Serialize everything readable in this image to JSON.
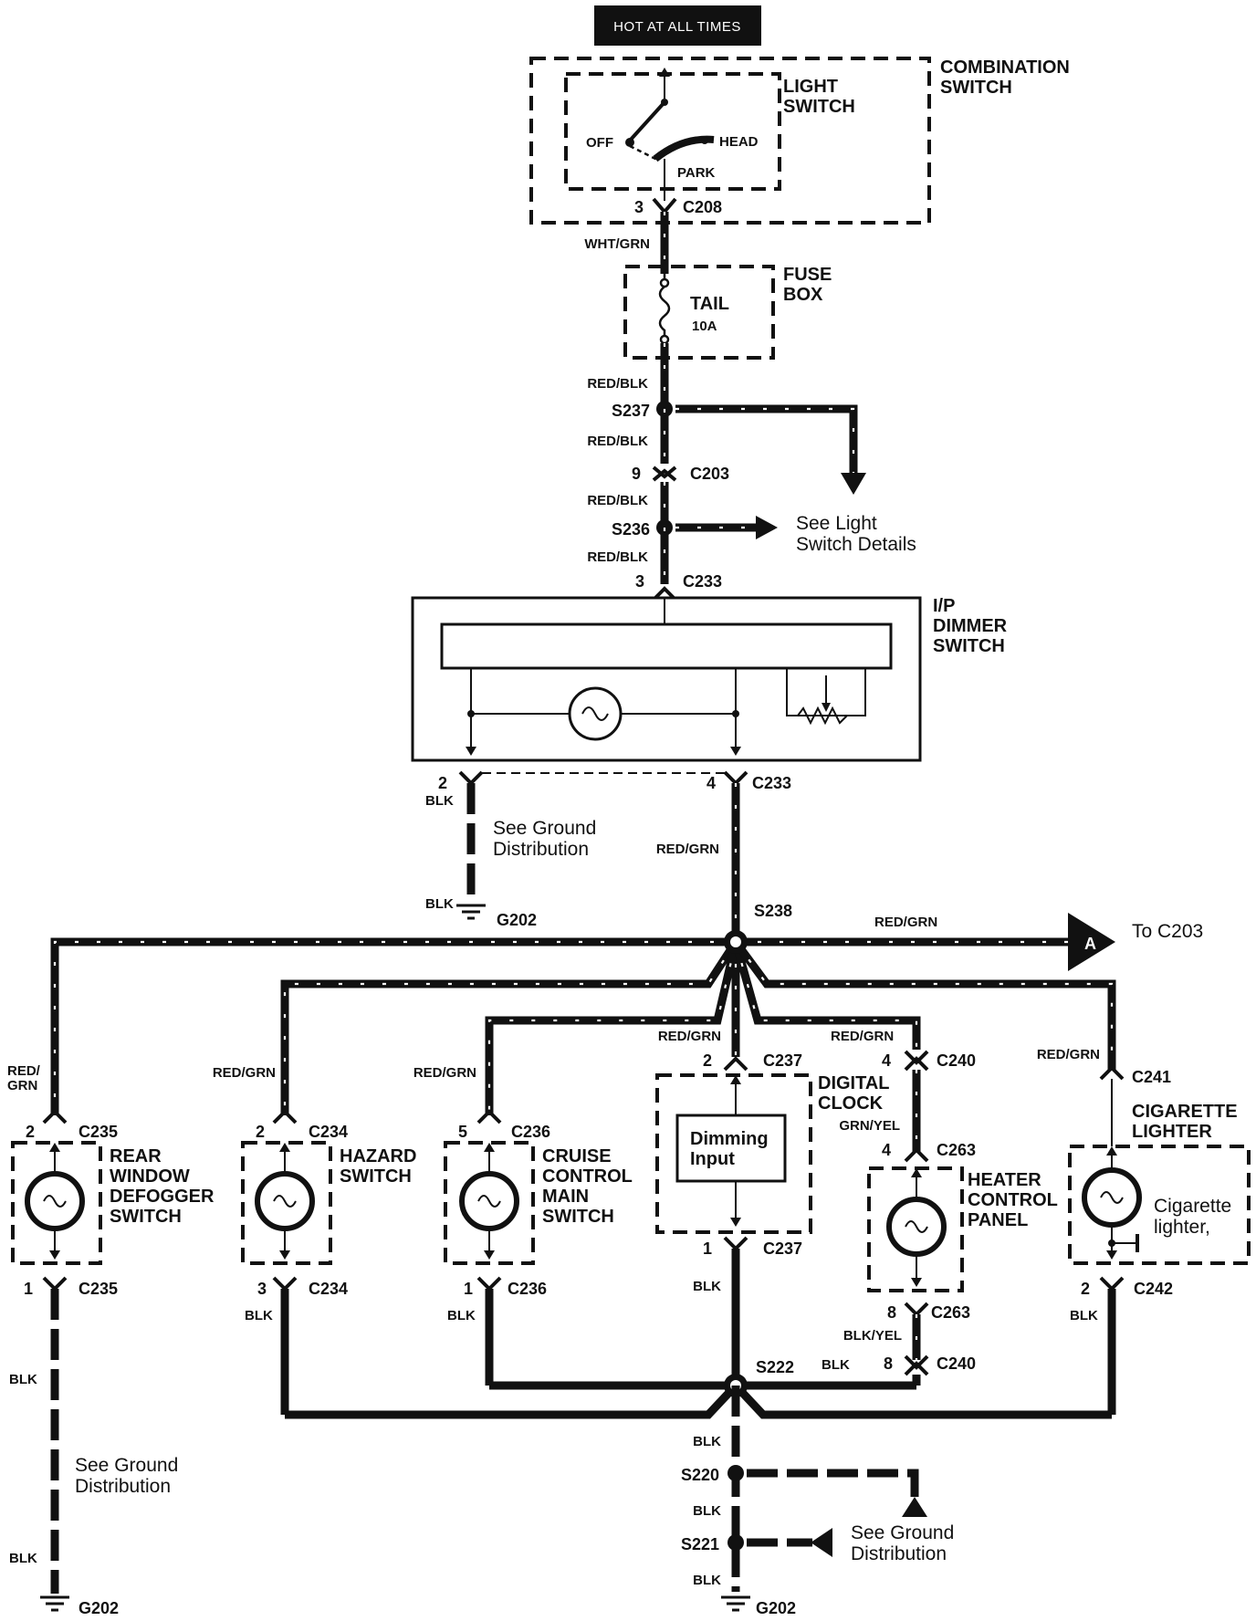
{
  "header": {
    "hot": "HOT AT ALL TIMES"
  },
  "components": {
    "combination_switch": "COMBINATION\nSWITCH",
    "light_switch": "LIGHT\nSWITCH",
    "off": "OFF",
    "head": "HEAD",
    "park": "PARK",
    "fuse_box": "FUSE\nBOX",
    "tail": "TAIL",
    "amp": "10A",
    "dimmer": "I/P\nDIMMER\nSWITCH",
    "digital_clock": "DIGITAL\nCLOCK",
    "dimming_input": "Dimming\nInput",
    "heater": "HEATER\nCONTROL\nPANEL",
    "cig_title": "CIGARETTE\nLIGHTER",
    "cig_lighter": "Cigarette\nlighter,",
    "rear_defogger": "REAR\nWINDOW\nDEFOGGER\nSWITCH",
    "hazard": "HAZARD\nSWITCH",
    "cruise": "CRUISE\nCONTROL\nMAIN\nSWITCH"
  },
  "notes": {
    "light_details": "See Light\nSwitch Details",
    "ground_dist": "See Ground\nDistribution",
    "to_c203": "To C203",
    "a": "A"
  },
  "labels": {
    "c208": "C208",
    "c203": "C203",
    "c233": "C233",
    "c235": "C235",
    "c234": "C234",
    "c236": "C236",
    "c237": "C237",
    "c240": "C240",
    "c241": "C241",
    "c242": "C242",
    "c263": "C263",
    "s237": "S237",
    "s236": "S236",
    "s238": "S238",
    "s222": "S222",
    "s220": "S220",
    "s221": "S221",
    "g202": "G202"
  },
  "wires": {
    "wht_grn": "WHT/GRN",
    "red_blk": "RED/BLK",
    "red_grn": "RED/GRN",
    "red_grn_split": "RED/\nGRN",
    "blk": "BLK",
    "grn_yel": "GRN/YEL",
    "blk_yel": "BLK/YEL"
  },
  "pins": {
    "p1": "1",
    "p2": "2",
    "p3": "3",
    "p4": "4",
    "p5": "5",
    "p8": "8",
    "p9": "9"
  }
}
